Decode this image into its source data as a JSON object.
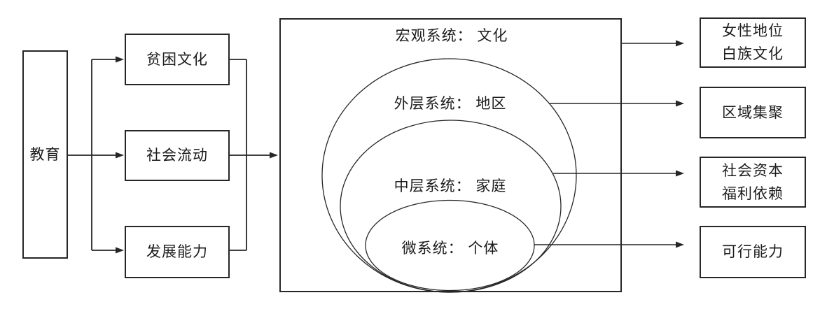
{
  "diagram": {
    "input_node": {
      "label": "教育"
    },
    "mediator_nodes": [
      {
        "label": "贫困文化"
      },
      {
        "label": "社会流动"
      },
      {
        "label": "发展能力"
      }
    ],
    "system_box": {
      "macro_label": "宏观系统： 文化",
      "outer_label": "外层系统： 地区",
      "middle_label": "中层系统： 家庭",
      "micro_label": "微系统： 个体"
    },
    "outcome_nodes": [
      {
        "label": "女性地位\n白族文化"
      },
      {
        "label": "区域集聚"
      },
      {
        "label": "社会资本\n福利依赖"
      },
      {
        "label": "可行能力"
      }
    ],
    "colors": {
      "line": "#262626",
      "text": "#1c1c1c",
      "background": "#ffffff"
    }
  }
}
